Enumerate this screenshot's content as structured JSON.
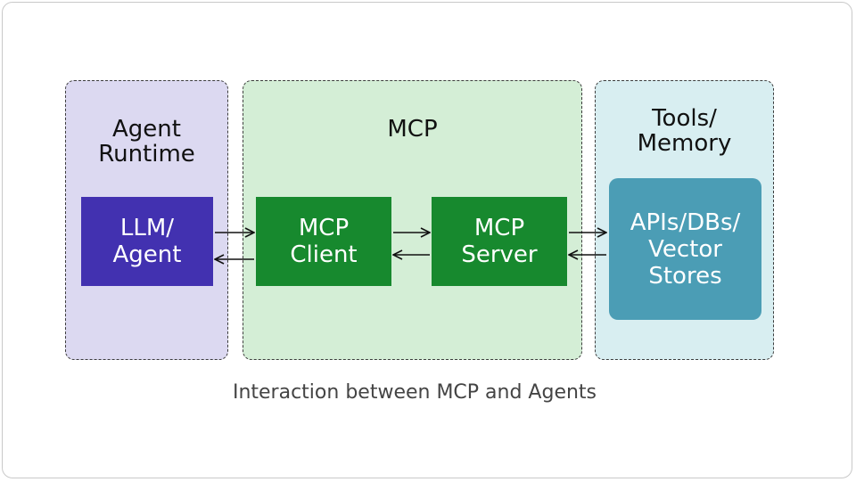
{
  "colors": {
    "agent_runtime_bg": "#dcd9f1",
    "mcp_bg": "#d4eed6",
    "tools_bg": "#d8eef1",
    "llm_box": "#4231b0",
    "mcp_box": "#17892e",
    "tools_box": "#4b9db5",
    "arrow": "#111111"
  },
  "regions": {
    "agent_runtime": {
      "title": "Agent\nRuntime"
    },
    "mcp": {
      "title": "MCP"
    },
    "tools_memory": {
      "title": "Tools/\nMemory"
    }
  },
  "nodes": {
    "llm_agent": "LLM/\nAgent",
    "mcp_client": "MCP\nClient",
    "mcp_server": "MCP\nServer",
    "apis_dbs": "APIs/DBs/\nVector\nStores"
  },
  "edges": [
    {
      "from": "llm_agent",
      "to": "mcp_client",
      "direction": "bidirectional"
    },
    {
      "from": "mcp_client",
      "to": "mcp_server",
      "direction": "bidirectional"
    },
    {
      "from": "mcp_server",
      "to": "apis_dbs",
      "direction": "bidirectional"
    }
  ],
  "caption": "Interaction between MCP and Agents"
}
